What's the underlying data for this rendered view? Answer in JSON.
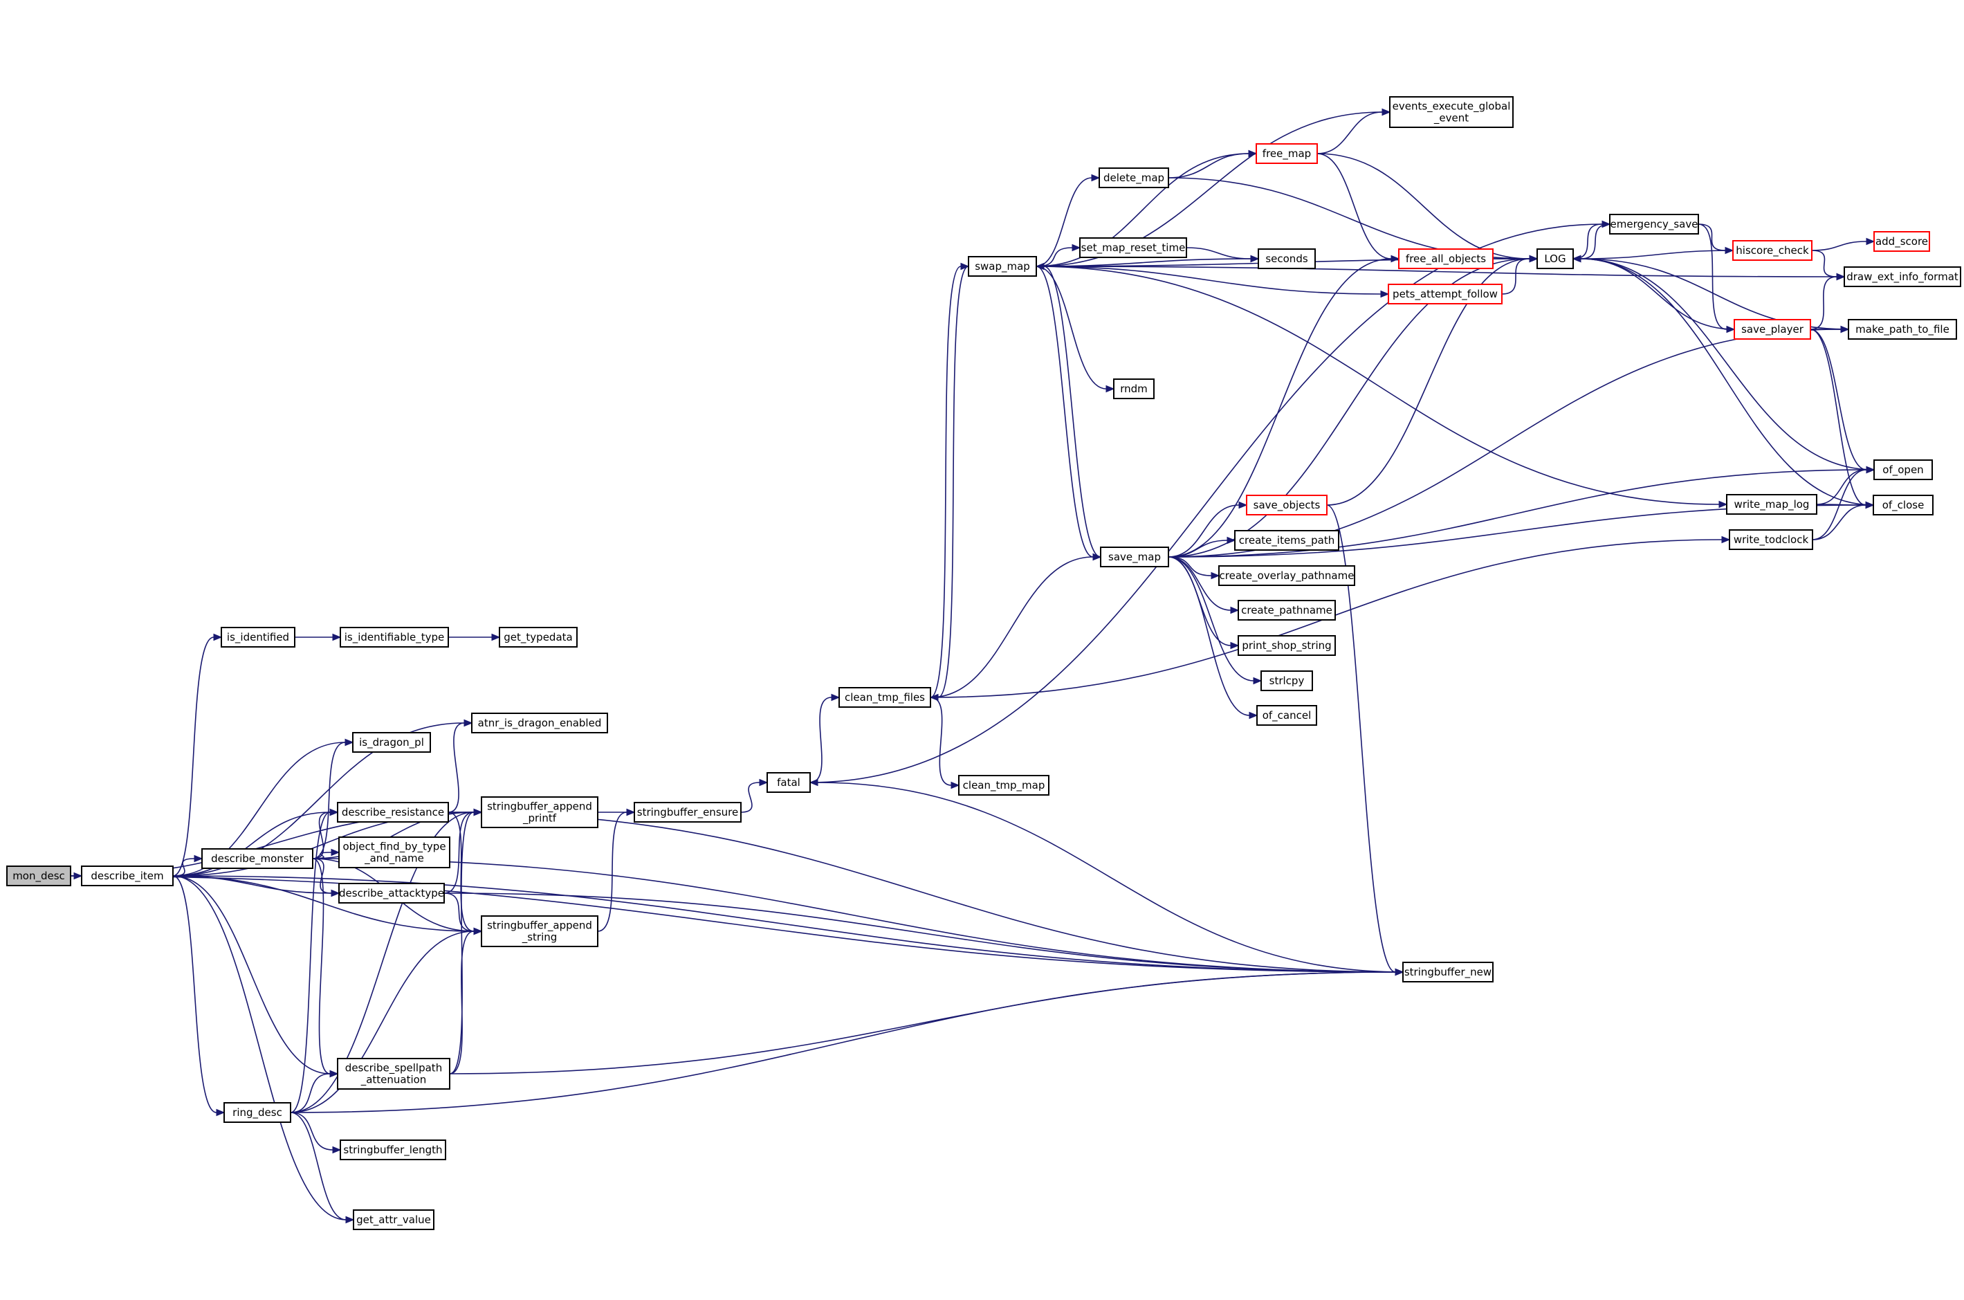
{
  "colors": {
    "edge": "#191970",
    "node_border": "#000000",
    "node_border_truncated": "#ff0000",
    "node_fill": "#ffffff",
    "root_fill": "#bfbfbf"
  },
  "nodes": [
    {
      "id": "mon_desc",
      "lines": [
        "mon_desc"
      ],
      "style": "root"
    },
    {
      "id": "describe_item",
      "lines": [
        "describe_item"
      ],
      "style": "normal"
    },
    {
      "id": "is_identified",
      "lines": [
        "is_identified"
      ],
      "style": "normal"
    },
    {
      "id": "is_identifiable_type",
      "lines": [
        "is_identifiable_type"
      ],
      "style": "normal"
    },
    {
      "id": "get_typedata",
      "lines": [
        "get_typedata"
      ],
      "style": "normal"
    },
    {
      "id": "atnr_is_dragon_enabled",
      "lines": [
        "atnr_is_dragon_enabled"
      ],
      "style": "normal"
    },
    {
      "id": "is_dragon_pl",
      "lines": [
        "is_dragon_pl"
      ],
      "style": "normal"
    },
    {
      "id": "describe_resistance",
      "lines": [
        "describe_resistance"
      ],
      "style": "normal"
    },
    {
      "id": "describe_monster",
      "lines": [
        "describe_monster"
      ],
      "style": "normal"
    },
    {
      "id": "object_find_by_type_and_name",
      "lines": [
        "object_find_by_type",
        "_and_name"
      ],
      "style": "normal"
    },
    {
      "id": "describe_attacktype",
      "lines": [
        "describe_attacktype"
      ],
      "style": "normal"
    },
    {
      "id": "stringbuffer_append_printf",
      "lines": [
        "stringbuffer_append",
        "_printf"
      ],
      "style": "normal"
    },
    {
      "id": "stringbuffer_append_string",
      "lines": [
        "stringbuffer_append",
        "_string"
      ],
      "style": "normal"
    },
    {
      "id": "stringbuffer_ensure",
      "lines": [
        "stringbuffer_ensure"
      ],
      "style": "normal"
    },
    {
      "id": "fatal",
      "lines": [
        "fatal"
      ],
      "style": "normal"
    },
    {
      "id": "clean_tmp_files",
      "lines": [
        "clean_tmp_files"
      ],
      "style": "normal"
    },
    {
      "id": "clean_tmp_map",
      "lines": [
        "clean_tmp_map"
      ],
      "style": "normal"
    },
    {
      "id": "describe_spellpath_attenuation",
      "lines": [
        "describe_spellpath",
        "_attenuation"
      ],
      "style": "normal"
    },
    {
      "id": "ring_desc",
      "lines": [
        "ring_desc"
      ],
      "style": "normal"
    },
    {
      "id": "stringbuffer_length",
      "lines": [
        "stringbuffer_length"
      ],
      "style": "normal"
    },
    {
      "id": "get_attr_value",
      "lines": [
        "get_attr_value"
      ],
      "style": "normal"
    },
    {
      "id": "stringbuffer_new",
      "lines": [
        "stringbuffer_new"
      ],
      "style": "normal"
    },
    {
      "id": "swap_map",
      "lines": [
        "swap_map"
      ],
      "style": "normal"
    },
    {
      "id": "delete_map",
      "lines": [
        "delete_map"
      ],
      "style": "normal"
    },
    {
      "id": "set_map_reset_time",
      "lines": [
        "set_map_reset_time"
      ],
      "style": "normal"
    },
    {
      "id": "rndm",
      "lines": [
        "rndm"
      ],
      "style": "normal"
    },
    {
      "id": "save_map",
      "lines": [
        "save_map"
      ],
      "style": "normal"
    },
    {
      "id": "events_execute_global_event",
      "lines": [
        "events_execute_global",
        "_event"
      ],
      "style": "normal"
    },
    {
      "id": "free_map",
      "lines": [
        "free_map"
      ],
      "style": "truncated"
    },
    {
      "id": "seconds",
      "lines": [
        "seconds"
      ],
      "style": "normal"
    },
    {
      "id": "free_all_objects",
      "lines": [
        "free_all_objects"
      ],
      "style": "truncated"
    },
    {
      "id": "pets_attempt_follow",
      "lines": [
        "pets_attempt_follow"
      ],
      "style": "truncated"
    },
    {
      "id": "save_objects",
      "lines": [
        "save_objects"
      ],
      "style": "truncated"
    },
    {
      "id": "create_items_path",
      "lines": [
        "create_items_path"
      ],
      "style": "normal"
    },
    {
      "id": "create_overlay_pathname",
      "lines": [
        "create_overlay_pathname"
      ],
      "style": "normal"
    },
    {
      "id": "create_pathname",
      "lines": [
        "create_pathname"
      ],
      "style": "normal"
    },
    {
      "id": "print_shop_string",
      "lines": [
        "print_shop_string"
      ],
      "style": "normal"
    },
    {
      "id": "strlcpy",
      "lines": [
        "strlcpy"
      ],
      "style": "normal"
    },
    {
      "id": "of_cancel",
      "lines": [
        "of_cancel"
      ],
      "style": "normal"
    },
    {
      "id": "LOG",
      "lines": [
        "LOG"
      ],
      "style": "normal"
    },
    {
      "id": "emergency_save",
      "lines": [
        "emergency_save"
      ],
      "style": "normal"
    },
    {
      "id": "hiscore_check",
      "lines": [
        "hiscore_check"
      ],
      "style": "truncated"
    },
    {
      "id": "add_score",
      "lines": [
        "add_score"
      ],
      "style": "truncated"
    },
    {
      "id": "draw_ext_info_format",
      "lines": [
        "draw_ext_info_format"
      ],
      "style": "normal"
    },
    {
      "id": "save_player",
      "lines": [
        "save_player"
      ],
      "style": "truncated"
    },
    {
      "id": "make_path_to_file",
      "lines": [
        "make_path_to_file"
      ],
      "style": "normal"
    },
    {
      "id": "of_open",
      "lines": [
        "of_open"
      ],
      "style": "normal"
    },
    {
      "id": "write_map_log",
      "lines": [
        "write_map_log"
      ],
      "style": "normal"
    },
    {
      "id": "of_close",
      "lines": [
        "of_close"
      ],
      "style": "normal"
    },
    {
      "id": "write_todclock",
      "lines": [
        "write_todclock"
      ],
      "style": "normal"
    }
  ],
  "edges": [
    [
      "mon_desc",
      "describe_item"
    ],
    [
      "mon_desc",
      "stringbuffer_append_printf"
    ],
    [
      "mon_desc",
      "stringbuffer_new"
    ],
    [
      "describe_item",
      "is_identified"
    ],
    [
      "describe_item",
      "atnr_is_dragon_enabled"
    ],
    [
      "describe_item",
      "is_dragon_pl"
    ],
    [
      "describe_item",
      "describe_resistance"
    ],
    [
      "describe_item",
      "describe_monster"
    ],
    [
      "describe_item",
      "describe_attacktype"
    ],
    [
      "describe_item",
      "stringbuffer_append_printf"
    ],
    [
      "describe_item",
      "stringbuffer_append_string"
    ],
    [
      "describe_item",
      "describe_spellpath_attenuation"
    ],
    [
      "describe_item",
      "ring_desc"
    ],
    [
      "describe_item",
      "get_attr_value"
    ],
    [
      "describe_item",
      "stringbuffer_new"
    ],
    [
      "is_identified",
      "is_identifiable_type"
    ],
    [
      "is_identifiable_type",
      "get_typedata"
    ],
    [
      "describe_monster",
      "is_dragon_pl"
    ],
    [
      "describe_monster",
      "describe_resistance"
    ],
    [
      "describe_monster",
      "object_find_by_type_and_name"
    ],
    [
      "describe_monster",
      "describe_attacktype"
    ],
    [
      "describe_monster",
      "stringbuffer_append_printf"
    ],
    [
      "describe_monster",
      "stringbuffer_append_string"
    ],
    [
      "describe_monster",
      "describe_spellpath_attenuation"
    ],
    [
      "describe_monster",
      "stringbuffer_new"
    ],
    [
      "describe_resistance",
      "atnr_is_dragon_enabled"
    ],
    [
      "describe_resistance",
      "stringbuffer_append_printf"
    ],
    [
      "describe_resistance",
      "stringbuffer_append_string"
    ],
    [
      "describe_resistance",
      "stringbuffer_new"
    ],
    [
      "describe_attacktype",
      "stringbuffer_append_printf"
    ],
    [
      "describe_attacktype",
      "stringbuffer_append_string"
    ],
    [
      "describe_attacktype",
      "stringbuffer_new"
    ],
    [
      "describe_spellpath_attenuation",
      "stringbuffer_append_printf"
    ],
    [
      "describe_spellpath_attenuation",
      "stringbuffer_append_string"
    ],
    [
      "describe_spellpath_attenuation",
      "stringbuffer_new"
    ],
    [
      "ring_desc",
      "describe_resistance"
    ],
    [
      "ring_desc",
      "describe_spellpath_attenuation"
    ],
    [
      "ring_desc",
      "stringbuffer_append_printf"
    ],
    [
      "ring_desc",
      "stringbuffer_append_string"
    ],
    [
      "ring_desc",
      "stringbuffer_length"
    ],
    [
      "ring_desc",
      "get_attr_value"
    ],
    [
      "ring_desc",
      "stringbuffer_new"
    ],
    [
      "stringbuffer_append_printf",
      "stringbuffer_ensure"
    ],
    [
      "stringbuffer_append_string",
      "stringbuffer_ensure"
    ],
    [
      "stringbuffer_ensure",
      "fatal"
    ],
    [
      "stringbuffer_new",
      "fatal"
    ],
    [
      "fatal",
      "clean_tmp_files"
    ],
    [
      "fatal",
      "emergency_save"
    ],
    [
      "clean_tmp_files",
      "swap_map"
    ],
    [
      "clean_tmp_files",
      "save_map"
    ],
    [
      "clean_tmp_files",
      "clean_tmp_map"
    ],
    [
      "clean_tmp_files",
      "write_todclock"
    ],
    [
      "swap_map",
      "clean_tmp_files"
    ],
    [
      "swap_map",
      "events_execute_global_event"
    ],
    [
      "swap_map",
      "free_map"
    ],
    [
      "swap_map",
      "delete_map"
    ],
    [
      "swap_map",
      "LOG"
    ],
    [
      "swap_map",
      "set_map_reset_time"
    ],
    [
      "swap_map",
      "seconds"
    ],
    [
      "swap_map",
      "pets_attempt_follow"
    ],
    [
      "swap_map",
      "rndm"
    ],
    [
      "swap_map",
      "save_map"
    ],
    [
      "swap_map",
      "write_map_log"
    ],
    [
      "swap_map",
      "draw_ext_info_format"
    ],
    [
      "delete_map",
      "free_map"
    ],
    [
      "delete_map",
      "LOG"
    ],
    [
      "set_map_reset_time",
      "seconds"
    ],
    [
      "free_map",
      "events_execute_global_event"
    ],
    [
      "free_map",
      "LOG"
    ],
    [
      "free_map",
      "free_all_objects"
    ],
    [
      "free_all_objects",
      "LOG"
    ],
    [
      "pets_attempt_follow",
      "LOG"
    ],
    [
      "save_map",
      "swap_map"
    ],
    [
      "save_map",
      "free_all_objects"
    ],
    [
      "save_map",
      "LOG"
    ],
    [
      "save_map",
      "save_objects"
    ],
    [
      "save_map",
      "create_items_path"
    ],
    [
      "save_map",
      "create_overlay_pathname"
    ],
    [
      "save_map",
      "create_pathname"
    ],
    [
      "save_map",
      "print_shop_string"
    ],
    [
      "save_map",
      "strlcpy"
    ],
    [
      "save_map",
      "of_cancel"
    ],
    [
      "save_map",
      "make_path_to_file"
    ],
    [
      "save_map",
      "of_open"
    ],
    [
      "save_map",
      "of_close"
    ],
    [
      "save_objects",
      "LOG"
    ],
    [
      "save_objects",
      "stringbuffer_new"
    ],
    [
      "LOG",
      "emergency_save"
    ],
    [
      "emergency_save",
      "LOG"
    ],
    [
      "emergency_save",
      "hiscore_check"
    ],
    [
      "emergency_save",
      "save_player"
    ],
    [
      "hiscore_check",
      "LOG"
    ],
    [
      "hiscore_check",
      "add_score"
    ],
    [
      "hiscore_check",
      "draw_ext_info_format"
    ],
    [
      "save_player",
      "LOG"
    ],
    [
      "save_player",
      "draw_ext_info_format"
    ],
    [
      "save_player",
      "make_path_to_file"
    ],
    [
      "save_player",
      "of_open"
    ],
    [
      "save_player",
      "of_close"
    ],
    [
      "make_path_to_file",
      "LOG"
    ],
    [
      "of_open",
      "LOG"
    ],
    [
      "of_close",
      "LOG"
    ],
    [
      "write_map_log",
      "of_open"
    ],
    [
      "write_map_log",
      "of_close"
    ],
    [
      "write_todclock",
      "of_open"
    ],
    [
      "write_todclock",
      "of_close"
    ]
  ]
}
